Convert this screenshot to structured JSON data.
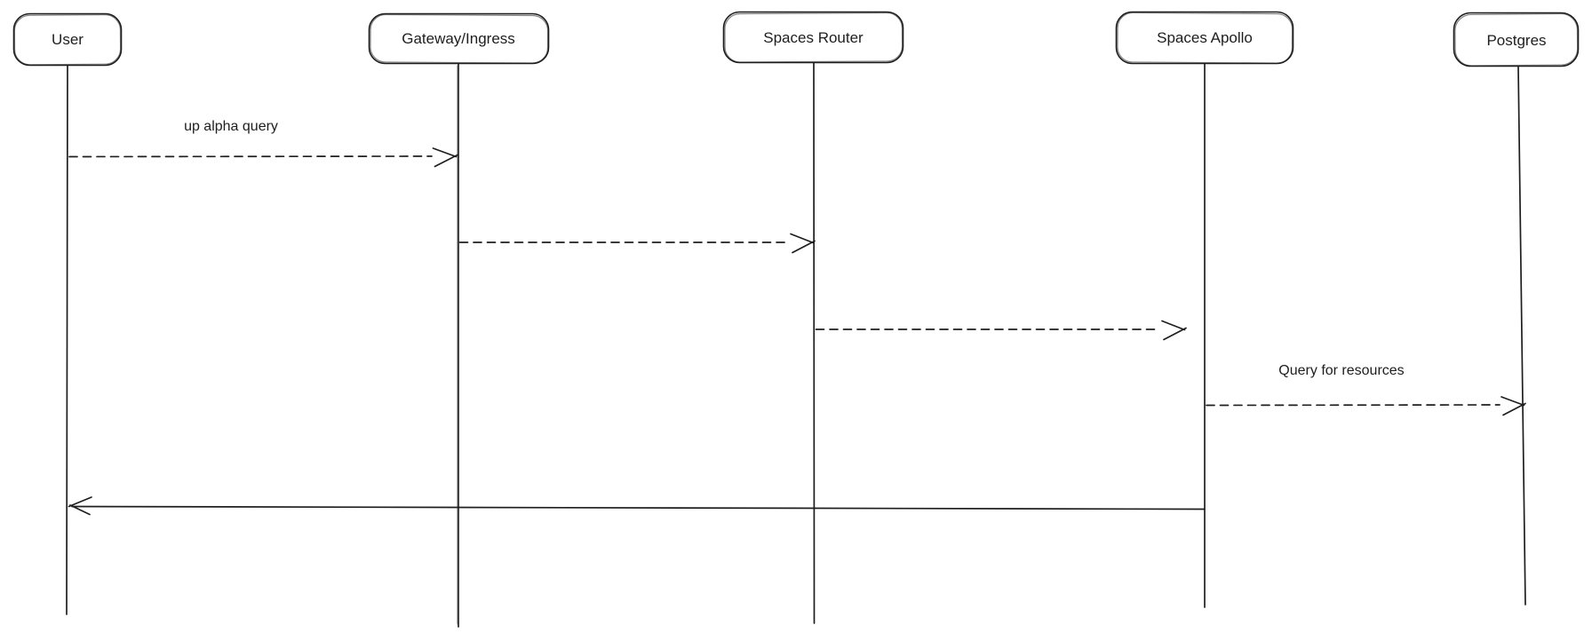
{
  "diagram": {
    "type": "sequence",
    "colors": {
      "stroke": "#1e1e1e",
      "text": "#1e1e1e",
      "background": "#ffffff"
    },
    "actors": [
      {
        "id": "user",
        "label": "User"
      },
      {
        "id": "gateway",
        "label": "Gateway/Ingress"
      },
      {
        "id": "spaces-router",
        "label": "Spaces Router"
      },
      {
        "id": "spaces-apollo",
        "label": "Spaces Apollo"
      },
      {
        "id": "postgres",
        "label": "Postgres"
      }
    ],
    "messages": [
      {
        "from": "User",
        "to": "Gateway/Ingress",
        "label": "up alpha query",
        "style": "dashed"
      },
      {
        "from": "Gateway/Ingress",
        "to": "Spaces Router",
        "label": "",
        "style": "dashed"
      },
      {
        "from": "Spaces Router",
        "to": "Spaces Apollo",
        "label": "",
        "style": "dashed"
      },
      {
        "from": "Spaces Apollo",
        "to": "Postgres",
        "label": "Query for resources",
        "style": "dashed"
      },
      {
        "from": "Spaces Apollo",
        "to": "User",
        "label": "",
        "style": "solid-return"
      }
    ]
  }
}
